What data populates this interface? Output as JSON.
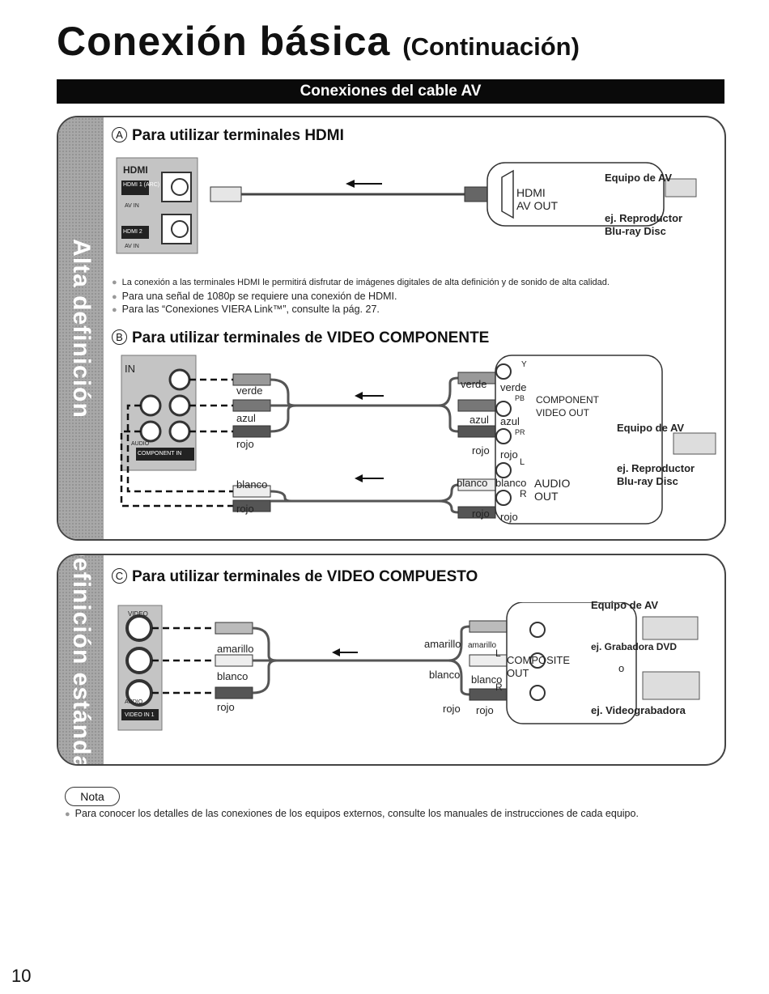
{
  "title": {
    "main": "Conexión básica",
    "sub": "(Continuación)"
  },
  "banner": "Conexiones del cable AV",
  "side_labels": {
    "high_def": "Alta definición",
    "std_def": "Definición estándar"
  },
  "section_a": {
    "letter": "A",
    "title": "Para utilizar terminales HDMI",
    "tv_logo": "HDMI",
    "tv_port1": "HDMI 1 (ARC)",
    "tv_port1_sub": "AV IN",
    "tv_port2": "HDMI 2",
    "tv_port2_sub": "AV IN",
    "device_port": "HDMI\nAV OUT",
    "device_port_line1": "HDMI",
    "device_port_line2": "AV OUT",
    "device_title": "Equipo de AV",
    "device_example1": "ej. Reproductor",
    "device_example2": "Blu-ray Disc",
    "bullets": [
      "La conexión a las terminales HDMI le permitirá disfrutar de imágenes digitales de alta definición y de sonido de alta calidad.",
      "Para una señal de 1080p se requiere una conexión de HDMI.",
      "Para las “Conexiones VIERA Link™”, consulte la pág. 27."
    ]
  },
  "section_b": {
    "letter": "B",
    "title": "Para utilizar terminales de VIDEO COMPONENTE",
    "tv_in": "IN",
    "tv_component": "COMPONENT IN",
    "tv_audio": "AUDIO",
    "cable_colors": [
      "verde",
      "azul",
      "rojo",
      "blanco",
      "rojo"
    ],
    "jack_letters": [
      "Y",
      "PB",
      "PR",
      "L",
      "R"
    ],
    "component_out_1": "COMPONENT",
    "component_out_2": "VIDEO OUT",
    "audio_out_1": "AUDIO",
    "audio_out_2": "OUT",
    "device_title": "Equipo de AV",
    "device_example1": "ej. Reproductor",
    "device_example2": "Blu-ray Disc"
  },
  "section_c": {
    "letter": "C",
    "title": "Para utilizar terminales de VIDEO COMPUESTO",
    "tv_video": "VIDEO",
    "tv_audio": "AUDIO",
    "tv_video_in": "VIDEO IN 1",
    "cable_colors": [
      "amarillo",
      "blanco",
      "rojo"
    ],
    "jack_letters": [
      "L",
      "R"
    ],
    "composite_out_1": "COMPOSITE",
    "composite_out_2": "OUT",
    "device_title": "Equipo de AV",
    "device_example1": "ej. Grabadora DVD",
    "device_or": "o",
    "device_example2": "ej. Videograbadora"
  },
  "nota": {
    "label": "Nota",
    "text": "Para conocer los detalles de las conexiones de los equipos externos, consulte los manuales de instrucciones de cada equipo."
  },
  "page_number": "10",
  "colors": {
    "banner": "#0a0a0a",
    "side": "#a8a8a8",
    "cable": "#555555"
  }
}
